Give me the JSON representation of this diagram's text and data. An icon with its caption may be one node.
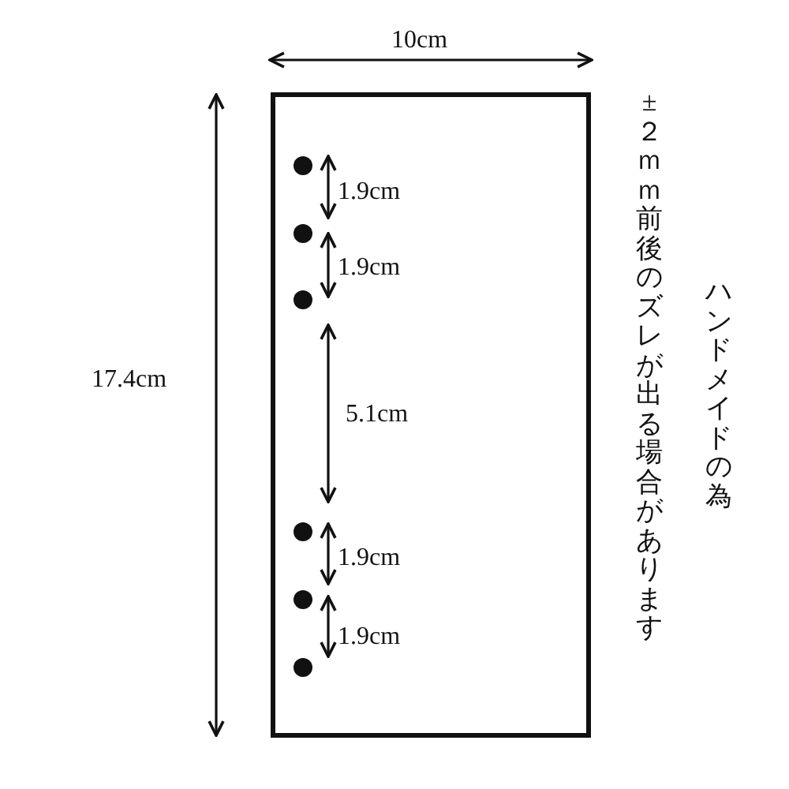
{
  "diagram": {
    "labels": [
      "10cm",
      "17.4cm",
      "1.9cm",
      "1.9cm",
      "5.1cm",
      "1.9cm",
      "1.9cm",
      "ハンドメイドの為",
      "±２ｍｍ前後のズレが出る場合があります"
    ]
  }
}
